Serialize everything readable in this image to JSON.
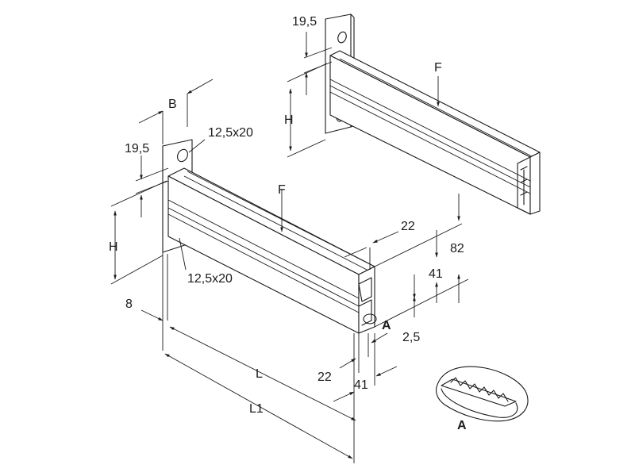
{
  "labels": {
    "b": "B",
    "top_19_5": "19,5",
    "left_19_5": "19,5",
    "slot_top": "12,5x20",
    "slot_bottom": "12,5x20",
    "h_top": "H",
    "h_left": "H",
    "f_top": "F",
    "f_front": "F",
    "d22_top": "22",
    "d82": "82",
    "d41_mid": "41",
    "d2_5": "2,5",
    "d22_bottom": "22",
    "d41_bottom": "41",
    "d8": "8",
    "l": "L",
    "l1": "L1",
    "detail_a_mark": "A",
    "detail_a_label": "A"
  }
}
